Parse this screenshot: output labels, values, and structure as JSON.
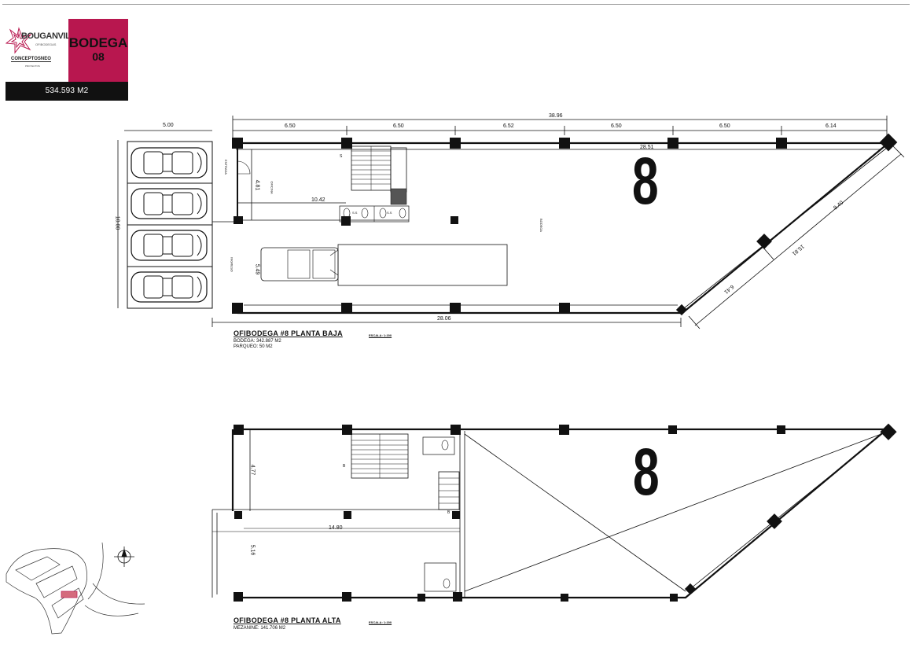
{
  "header": {
    "logo_text": "BOUGANVILIAS",
    "logo_sub": "OFIBODEGAS",
    "brand": "CONCEPTOSNEO",
    "brand_sub": "PROYECTOS",
    "bodega_label": "BODEGA",
    "bodega_number": "08",
    "total_area": "534.593 M2",
    "accent_color": "#b8174f"
  },
  "plan_baja": {
    "title": "OFIBODEGA #8 PLANTA BAJA",
    "scale": "ESCALA: 1:200",
    "lines": [
      "BODEGA: 342.887 M2",
      "PARQUEO: 50 M2"
    ],
    "unit_number": "8",
    "dims": {
      "total_top": "38.96",
      "bays": [
        "6.50",
        "6.50",
        "6.52",
        "6.50",
        "6.50",
        "6.14"
      ],
      "parking_width": "5.00",
      "parking_depth": "10.00",
      "inner_top": "28.51",
      "office_width": "10.42",
      "office_depth": "4.81",
      "entry_depth": "5.49",
      "bottom": "28.06",
      "diag_a": "9.40",
      "diag_b": "15.81",
      "diag_c": "6.41"
    },
    "labels": {
      "entrada": "ENTRADA",
      "oficina": "OFICINA",
      "bodega": "BODEGA",
      "ingreso": "INGRESO",
      "stair_s": "S",
      "ss1": "S.S",
      "ss2": "S.S"
    }
  },
  "plan_alta": {
    "title": "OFIBODEGA #8 PLANTA ALTA",
    "scale": "ESCALA: 1:200",
    "lines": [
      "MEZANINE: 141.706 M2"
    ],
    "unit_number": "8",
    "dims": {
      "upper_depth": "4.77",
      "lower_depth": "5.16",
      "width": "14.80"
    },
    "labels": {
      "stair_b1": "B",
      "stair_b2": "B"
    }
  }
}
